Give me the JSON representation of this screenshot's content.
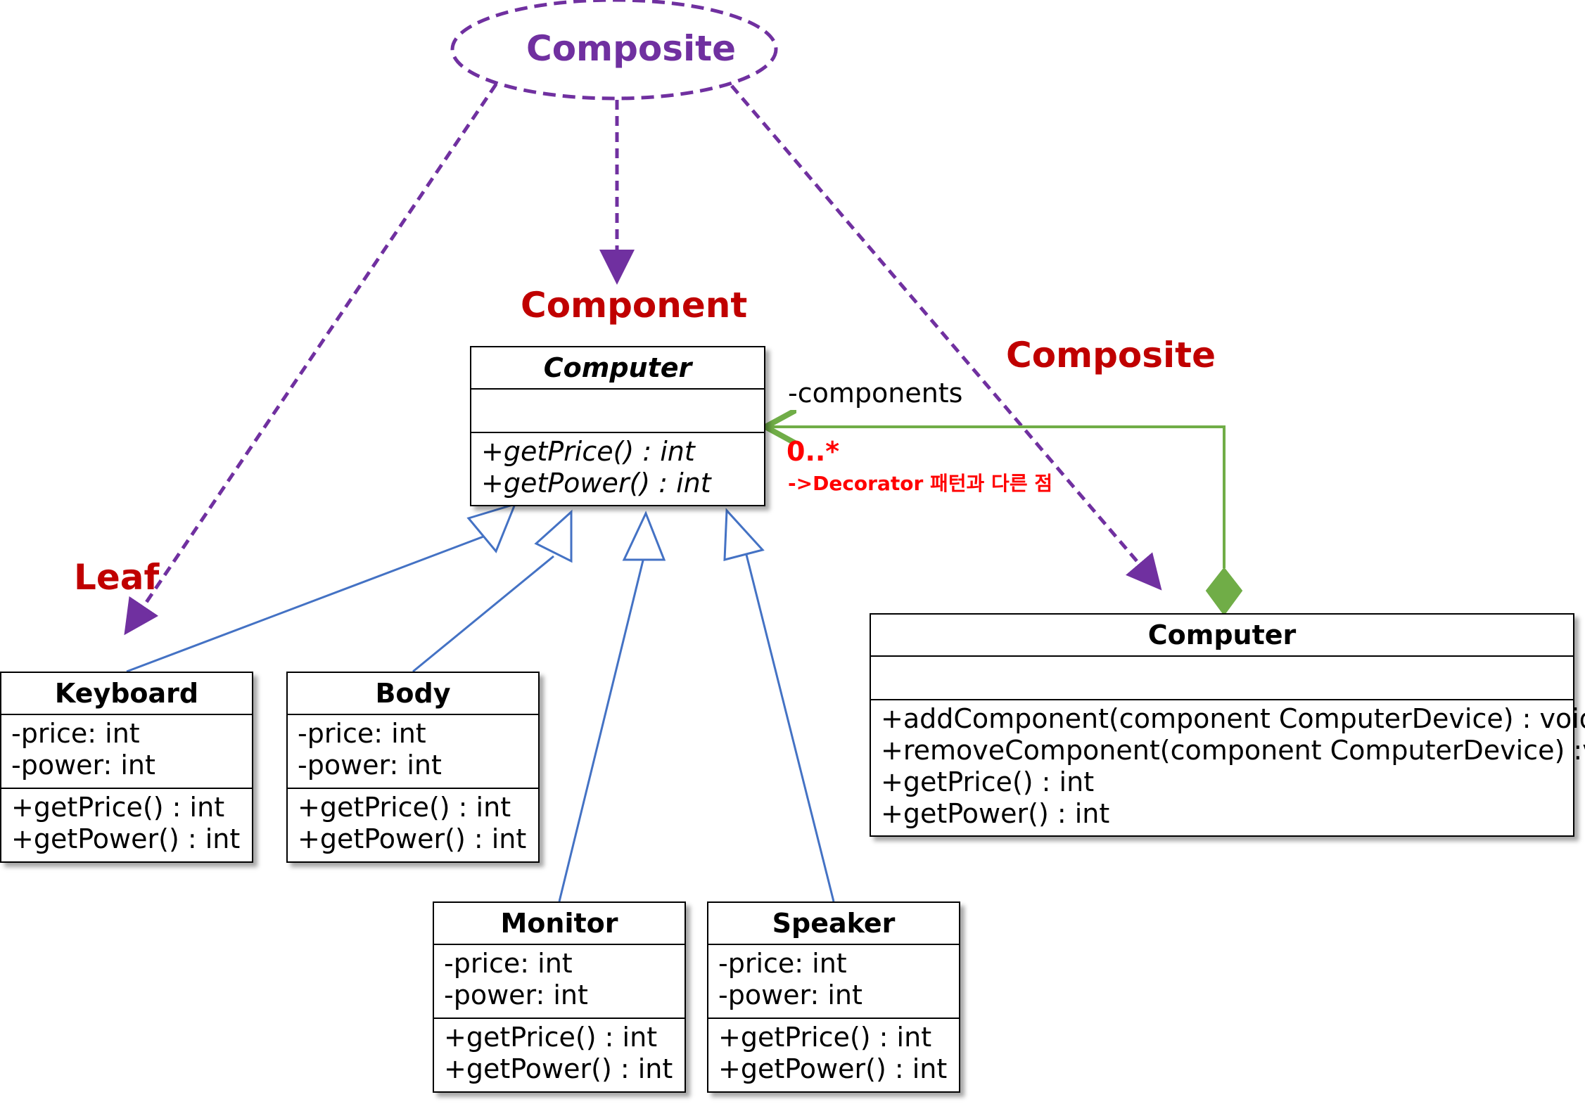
{
  "pattern": {
    "ellipse_label": "Composite",
    "component_title": "Component",
    "composite_title": "Composite",
    "leaf_title": "Leaf",
    "colors": {
      "pattern_arrow": "#7030a0",
      "role_title": "#c00000",
      "generalization": "#4472c4",
      "aggregation": "#70ad47",
      "note": "#ff0000"
    }
  },
  "association": {
    "role": "-components",
    "multiplicity": "0..*",
    "note": "->Decorator 패턴과 다른 점"
  },
  "classes": {
    "computer_abstract": {
      "name": "Computer",
      "attributes": [],
      "operations": [
        "+getPrice() : int",
        "+getPower() : int"
      ]
    },
    "keyboard": {
      "name": "Keyboard",
      "attributes": [
        "-price: int",
        "-power: int"
      ],
      "operations": [
        "+getPrice() : int",
        "+getPower() : int"
      ]
    },
    "body": {
      "name": "Body",
      "attributes": [
        "-price: int",
        "-power: int"
      ],
      "operations": [
        "+getPrice() : int",
        "+getPower() : int"
      ]
    },
    "monitor": {
      "name": "Monitor",
      "attributes": [
        "-price: int",
        "-power: int"
      ],
      "operations": [
        "+getPrice() : int",
        "+getPower() : int"
      ]
    },
    "speaker": {
      "name": "Speaker",
      "attributes": [
        "-price: int",
        "-power: int"
      ],
      "operations": [
        "+getPrice() : int",
        "+getPower() : int"
      ]
    },
    "computer_composite": {
      "name": "Computer",
      "attributes": [],
      "operations": [
        "+addComponent(component ComputerDevice) : void",
        "+removeComponent(component ComputerDevice) :void",
        "+getPrice() : int",
        "+getPower() : int"
      ]
    }
  }
}
